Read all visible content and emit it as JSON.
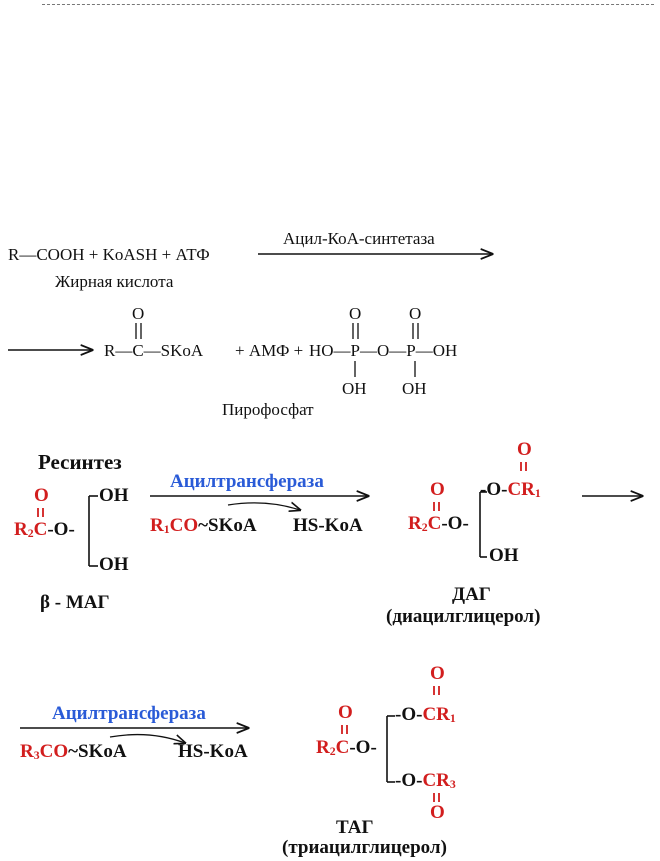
{
  "colors": {
    "red": "#d21e1e",
    "blue": "#2a5bd7",
    "black": "#111111"
  },
  "eq1": {
    "reactants": "R—COOH + KoASH + АТФ",
    "enzyme": "Ацил-КоА-синтетаза",
    "fatty_acid_label": "Жирная кислота"
  },
  "eq2": {
    "carbonyl_o": "O",
    "r_c": "R—C—SKoA",
    "plus_amp": "+ АМФ +",
    "ho_p": "HO—P—O—P—OH",
    "p_oxygen": "O",
    "oh": "OH",
    "pyrophosphate_label": "Пирофосфат"
  },
  "resynthesis": {
    "heading": "Ресинтез",
    "mag": {
      "o": "O",
      "r": "R",
      "r_sub": "2",
      "c": "C",
      "o_link": "-O-",
      "oh": "OH",
      "label": "β - МАГ"
    },
    "step1": {
      "enzyme": "Ацилтрансфераза",
      "acyl": "R",
      "acyl_sub": "1",
      "acyl_co": "CO",
      "skoa": "~SKoA",
      "hs_koa": "HS-KoA"
    },
    "dag": {
      "o": "O",
      "r": "R",
      "r_sub": "2",
      "c": "C",
      "o_link": "-O-",
      "o_cr": "-O-",
      "cr": "CR",
      "cr_sub": "1",
      "oh": "OH",
      "label": "ДАГ",
      "full_name": "(диацилглицерол)"
    },
    "step2": {
      "enzyme": "Ацилтрансфераза",
      "acyl": "R",
      "acyl_sub": "3",
      "acyl_co": "CO",
      "skoa": "~SKoA",
      "hs_koa": "HS-KoA"
    },
    "tag": {
      "o": "O",
      "r": "R",
      "r_sub": "2",
      "c": "C",
      "o_link": "-O-",
      "o_cr": "-O-",
      "cr1": "CR",
      "cr1_sub": "1",
      "cr3": "CR",
      "cr3_sub": "3",
      "label": "ТАГ",
      "full_name": "(триацилглицерол)"
    }
  }
}
